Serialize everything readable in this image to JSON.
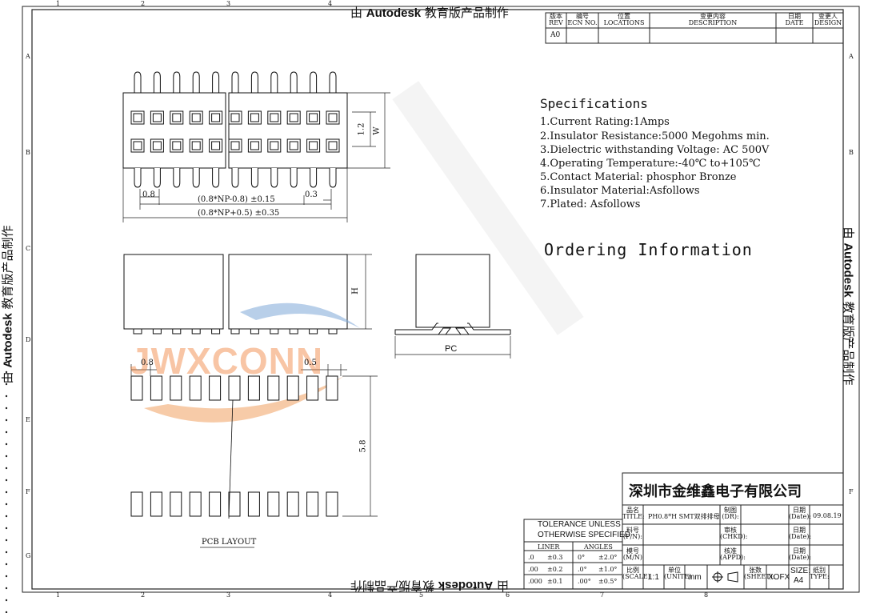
{
  "watermark": {
    "text_prefix": "由",
    "brand": "Autodesk",
    "text_suffix": "教育版产品制作"
  },
  "revision_block": {
    "headers": [
      {
        "cn": "版本",
        "en": "REV"
      },
      {
        "cn": "编号",
        "en": "ECN NO."
      },
      {
        "cn": "位置",
        "en": "LOCATIONS"
      },
      {
        "cn": "变更内容",
        "en": "DESCRIPTION"
      },
      {
        "cn": "日期",
        "en": "DATE"
      },
      {
        "cn": "变更人",
        "en": "DESIGN"
      }
    ],
    "rev_value": "A0"
  },
  "specifications": {
    "title": "Specifications",
    "items": [
      "1.Current Rating:1Amps",
      "2.Insulator Resistance:5000 Megohms min.",
      "3.Dielectric withstanding Voltage: AC 500V",
      "4.Operating Temperature:-40℃ to+105℃",
      "5.Contact Material: phosphor Bronze",
      "6.Insulator Material:Asfollows",
      "7.Plated: Asfollows"
    ]
  },
  "ordering": {
    "title": "Ordering Information"
  },
  "dimensions": {
    "pitch_top": "0.8",
    "pin_width_top": "0.3",
    "length_inner": "(0.8*NP-0.8) ±0.15",
    "length_outer": "(0.8*NP+0.5) ±0.35",
    "row_pitch": "1.2",
    "width": "W",
    "height": "H",
    "pc": "PC",
    "pcb_pitch": "0.8",
    "pcb_pad_width": "0.5",
    "pcb_row_distance": "5.8",
    "pcb_label": "PCB LAYOUT"
  },
  "logo": {
    "text": "JWXCONN"
  },
  "company": {
    "name": "深圳市金维鑫电子有限公司"
  },
  "tolerance": {
    "title_line1": "TOLERANCE UNLESS",
    "title_line2": "OTHERWISE SPECIFIED",
    "col_liner": "LINER",
    "col_angles": "ANGLES",
    "rows": [
      {
        "dec": ".0",
        "lin": "±0.3",
        "ang": "0°",
        "angtol": "±2.0°"
      },
      {
        "dec": ".00",
        "lin": "±0.2",
        "ang": ".0°",
        "angtol": "±1.0°"
      },
      {
        "dec": ".000",
        "lin": "±0.1",
        "ang": ".00°",
        "angtol": "±0.5°"
      }
    ]
  },
  "title_block": {
    "title_label_cn": "品名",
    "title_label_en": "TITLE:",
    "title_value": "PH0.8*H SMT双排排母",
    "pn_label_cn": "料号",
    "pn_label_en": "(P/N):",
    "mn_label_cn": "模号",
    "mn_label_en": "(M/N)",
    "dr_label_cn": "制图",
    "dr_label_en": "(DR):",
    "chkd_label_cn": "审核",
    "chkd_label_en": "(CHKD):",
    "appd_label_cn": "核准",
    "appd_label_en": "(APPD):",
    "date_label_cn": "日期",
    "date_label_en": "(Date):",
    "date_value": "09.08.19",
    "scale_label_cn": "比例",
    "scale_label_en": "(SCALE)",
    "scale_value": "1:1",
    "unit_label_cn": "单位",
    "unit_label_en": "(UNITE)",
    "unit_value": "mm",
    "sheet_label_cn": "张数",
    "sheet_label_en": "(SHEET):",
    "sheet_value": "XOFX",
    "size_label": "SIZE:",
    "size_value": "A4",
    "type_label_cn": "纸别",
    "type_label_en": "TYPE:"
  },
  "border_marks": {
    "top": [
      "1",
      "2",
      "3",
      "4",
      "5",
      "6",
      "7",
      "8"
    ],
    "side": [
      "A",
      "B",
      "C",
      "D",
      "E",
      "F",
      "G"
    ]
  }
}
